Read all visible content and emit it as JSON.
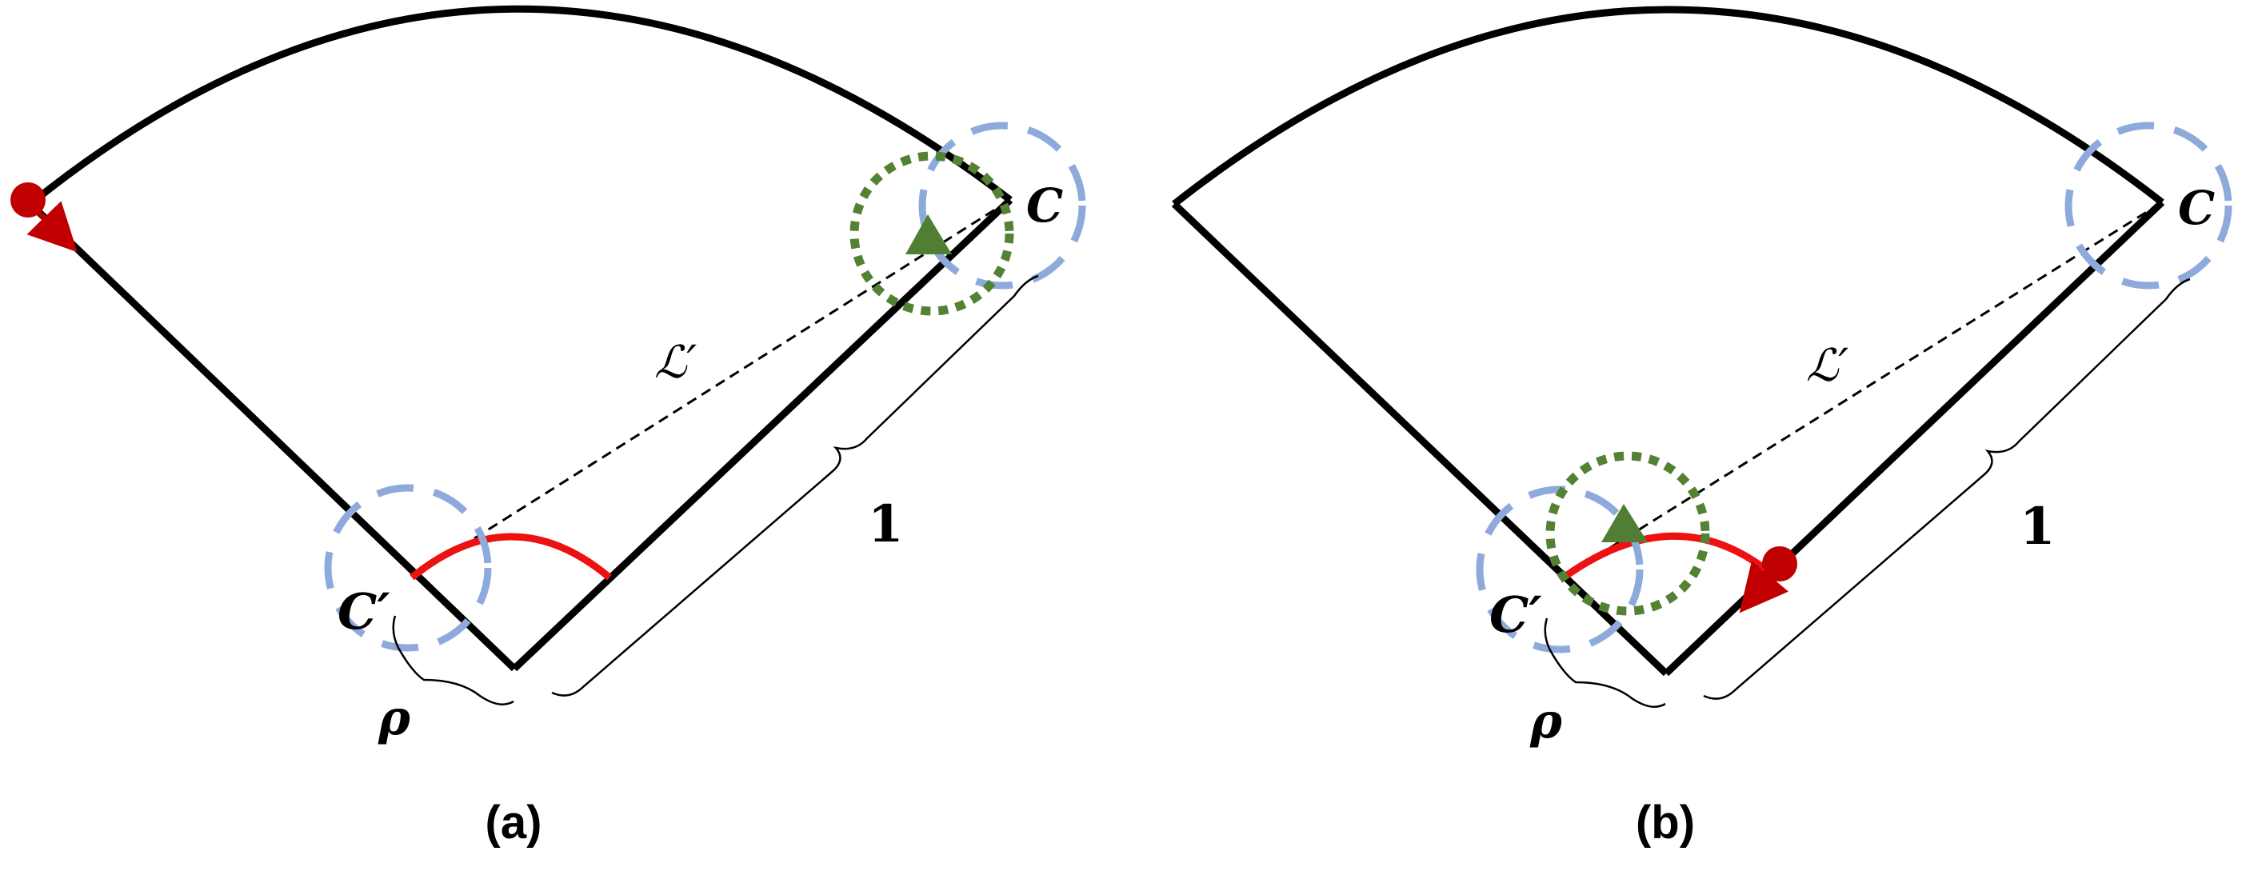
{
  "panels": [
    {
      "id": "a",
      "caption": "(a)",
      "labels": {
        "C": "C",
        "C_prime": "C′",
        "L_prime": "ℒ′",
        "rho": "ρ",
        "one": "1"
      }
    },
    {
      "id": "b",
      "caption": "(b)",
      "labels": {
        "C": "C",
        "C_prime": "C′",
        "L_prime": "ℒ′",
        "rho": "ρ",
        "one": "1"
      }
    }
  ],
  "colors": {
    "outline": "#000000",
    "arc_red": "#ee1111",
    "walker_red": "#c00000",
    "neighborhood_blue": "#8eaadb",
    "target_green": "#548235",
    "triangle_green": "#507e32"
  }
}
